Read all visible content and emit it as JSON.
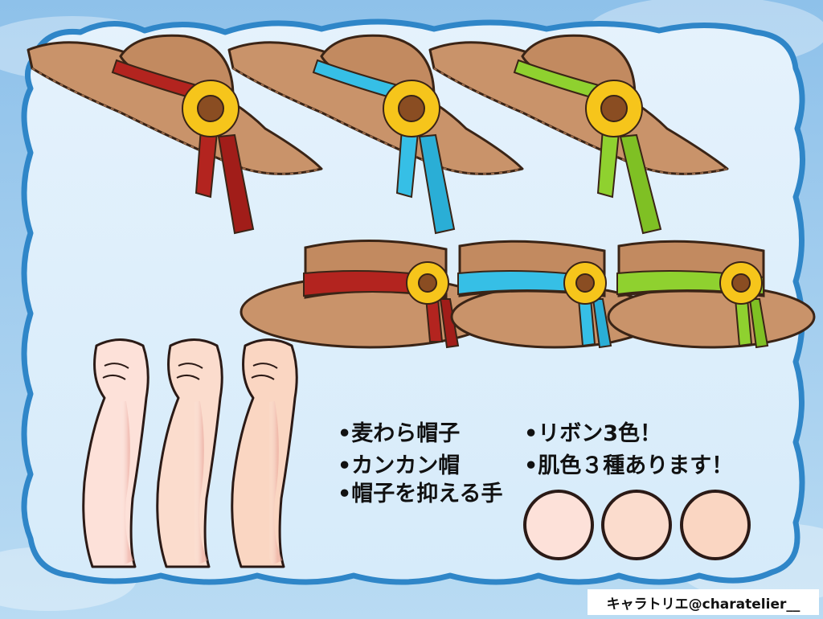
{
  "features_left": [
    "•麦わら帽子",
    "•カンカン帽",
    "•帽子を抑える手"
  ],
  "features_right": [
    "•リボン3色！",
    "•肌色３種あります！"
  ],
  "credit": "キャラトリエ@charatelier__",
  "colors": {
    "sky": "#a6d0ee",
    "frame_border": "#2f86c8",
    "straw": "#c9936a",
    "straw_dark": "#9c6a48",
    "sunflower": "#f6c51b",
    "sunflower_center": "#8a4d22"
  },
  "ribbons": [
    {
      "name": "red",
      "color": "#b3241f"
    },
    {
      "name": "blue",
      "color": "#36bfe6"
    },
    {
      "name": "green",
      "color": "#8fd12f"
    }
  ],
  "skin_swatches": [
    "#fde1d9",
    "#fbdccd",
    "#fad6c2"
  ]
}
